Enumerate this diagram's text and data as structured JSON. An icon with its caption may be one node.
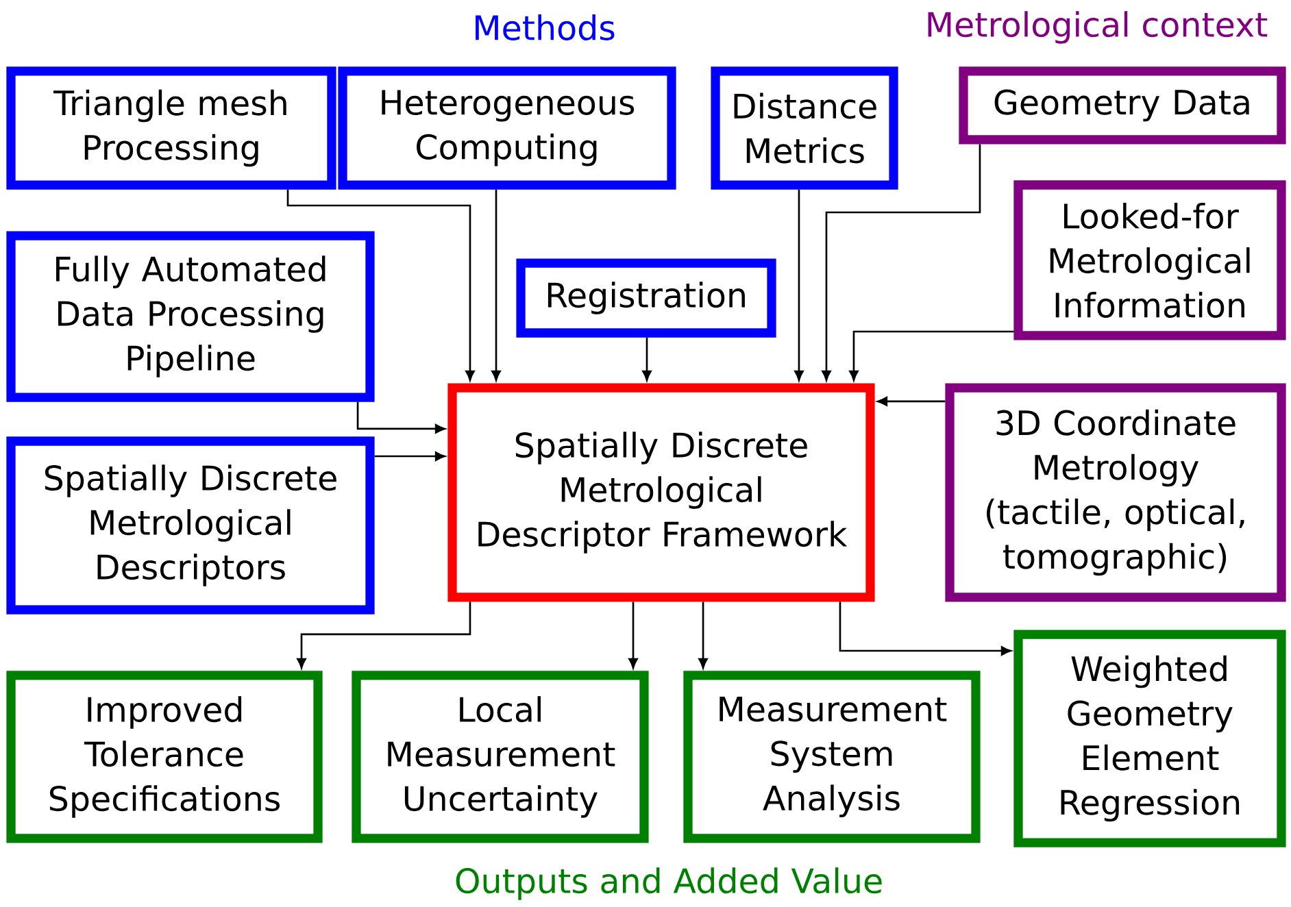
{
  "diagram": {
    "nodes": [
      {
        "text": [
          "Triangle mesh Processing"
        ]
      },
      {
        "text": [
          "Heterogeneous Computing"
        ]
      },
      {
        "text": [
          "Distance Metrics"
        ]
      },
      {
        "text": [
          "Geometry Data"
        ]
      },
      {
        "text": [
          "Fully Automated Data Processing Pipeline"
        ]
      },
      {
        "text": [
          "Registration"
        ]
      },
      {
        "text": [
          "Looked-for Metrological Information"
        ]
      },
      {
        "text": [
          "Spatially Discrete Metrological Descriptors"
        ]
      },
      {
        "text": [
          "Spatially Discrete Metrological Descriptor Framework"
        ]
      },
      {
        "text": [
          "3D Coordinate Metrology (tactile, optical, tomographic)"
        ]
      },
      {
        "text": [
          "Improved Tolerance Specifications"
        ]
      },
      {
        "text": [
          "Local Measurement Uncertainty"
        ]
      },
      {
        "text": [
          "Measurement System Analysis"
        ]
      },
      {
        "text": [
          "Weighted Geometry Element Regression"
        ]
      }
    ],
    "edges": [
      {
        "from": 0,
        "to": 8,
        "arrow": "to"
      },
      {
        "from": 1,
        "to": 8,
        "arrow": "to"
      },
      {
        "from": 2,
        "to": 8,
        "arrow": "to"
      },
      {
        "from": 3,
        "to": 8,
        "arrow": "to"
      },
      {
        "from": 4,
        "to": 8,
        "arrow": "to"
      },
      {
        "from": 5,
        "to": 8,
        "arrow": "to"
      },
      {
        "from": 6,
        "to": 8,
        "arrow": "to"
      },
      {
        "from": 7,
        "to": 8,
        "arrow": "to"
      },
      {
        "from": 9,
        "to": 8,
        "arrow": "to"
      },
      {
        "from": 8,
        "to": 10,
        "arrow": "to"
      },
      {
        "from": 8,
        "to": 11,
        "arrow": "to"
      },
      {
        "from": 8,
        "to": 12,
        "arrow": "to"
      },
      {
        "from": 8,
        "to": 13,
        "arrow": "to"
      }
    ],
    "labels": [
      "Methods",
      "Metrological context",
      "Outputs and Added Value"
    ]
  }
}
